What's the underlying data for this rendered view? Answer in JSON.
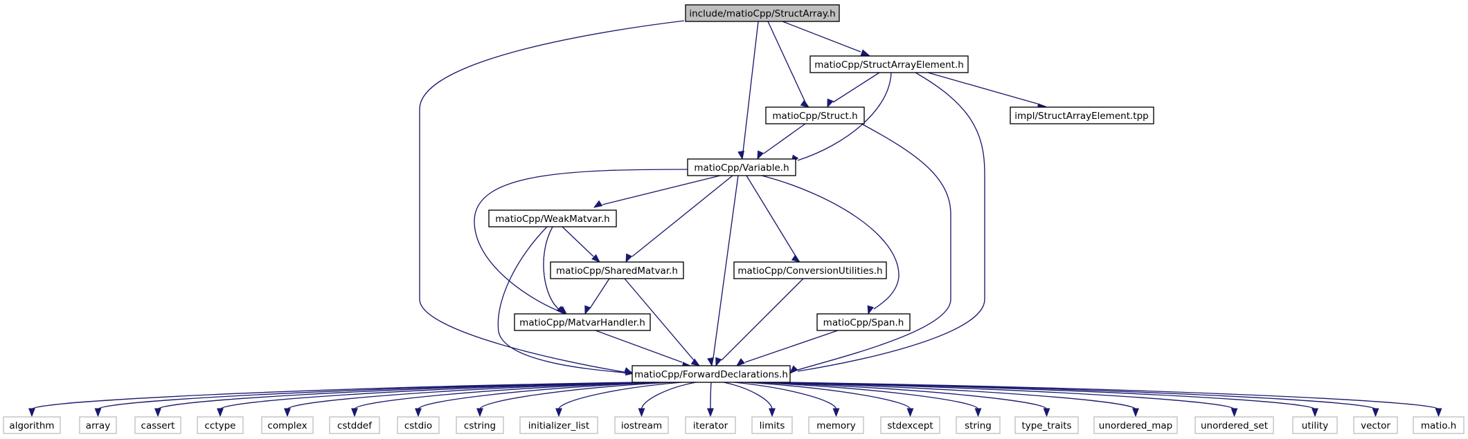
{
  "colors": {
    "edge": "#191970",
    "main_node_fill": "#bfbfbf",
    "local_node_border": "#000000",
    "system_node_border": "#bfbfbf"
  },
  "nodes": {
    "structarray_h": "include/matioCpp/StructArray.h",
    "structarrayelement_h": "matioCpp/StructArrayElement.h",
    "struct_h": "matioCpp/Struct.h",
    "structarrayelement_tpp": "impl/StructArrayElement.tpp",
    "variable_h": "matioCpp/Variable.h",
    "weakmatvar_h": "matioCpp/WeakMatvar.h",
    "sharedmatvar_h": "matioCpp/SharedMatvar.h",
    "conversionutilities_h": "matioCpp/ConversionUtilities.h",
    "matvarhandler_h": "matioCpp/MatvarHandler.h",
    "span_h": "matioCpp/Span.h",
    "forwarddeclarations_h": "matioCpp/ForwardDeclarations.h",
    "algorithm": "algorithm",
    "array": "array",
    "cassert": "cassert",
    "cctype": "cctype",
    "complex": "complex",
    "cstddef": "cstddef",
    "cstdio": "cstdio",
    "cstring": "cstring",
    "initializer_list": "initializer_list",
    "iostream": "iostream",
    "iterator": "iterator",
    "limits": "limits",
    "memory": "memory",
    "stdexcept": "stdexcept",
    "string": "string",
    "type_traits": "type_traits",
    "unordered_map": "unordered_map",
    "unordered_set": "unordered_set",
    "utility": "utility",
    "vector": "vector",
    "matio_h": "matio.h"
  }
}
